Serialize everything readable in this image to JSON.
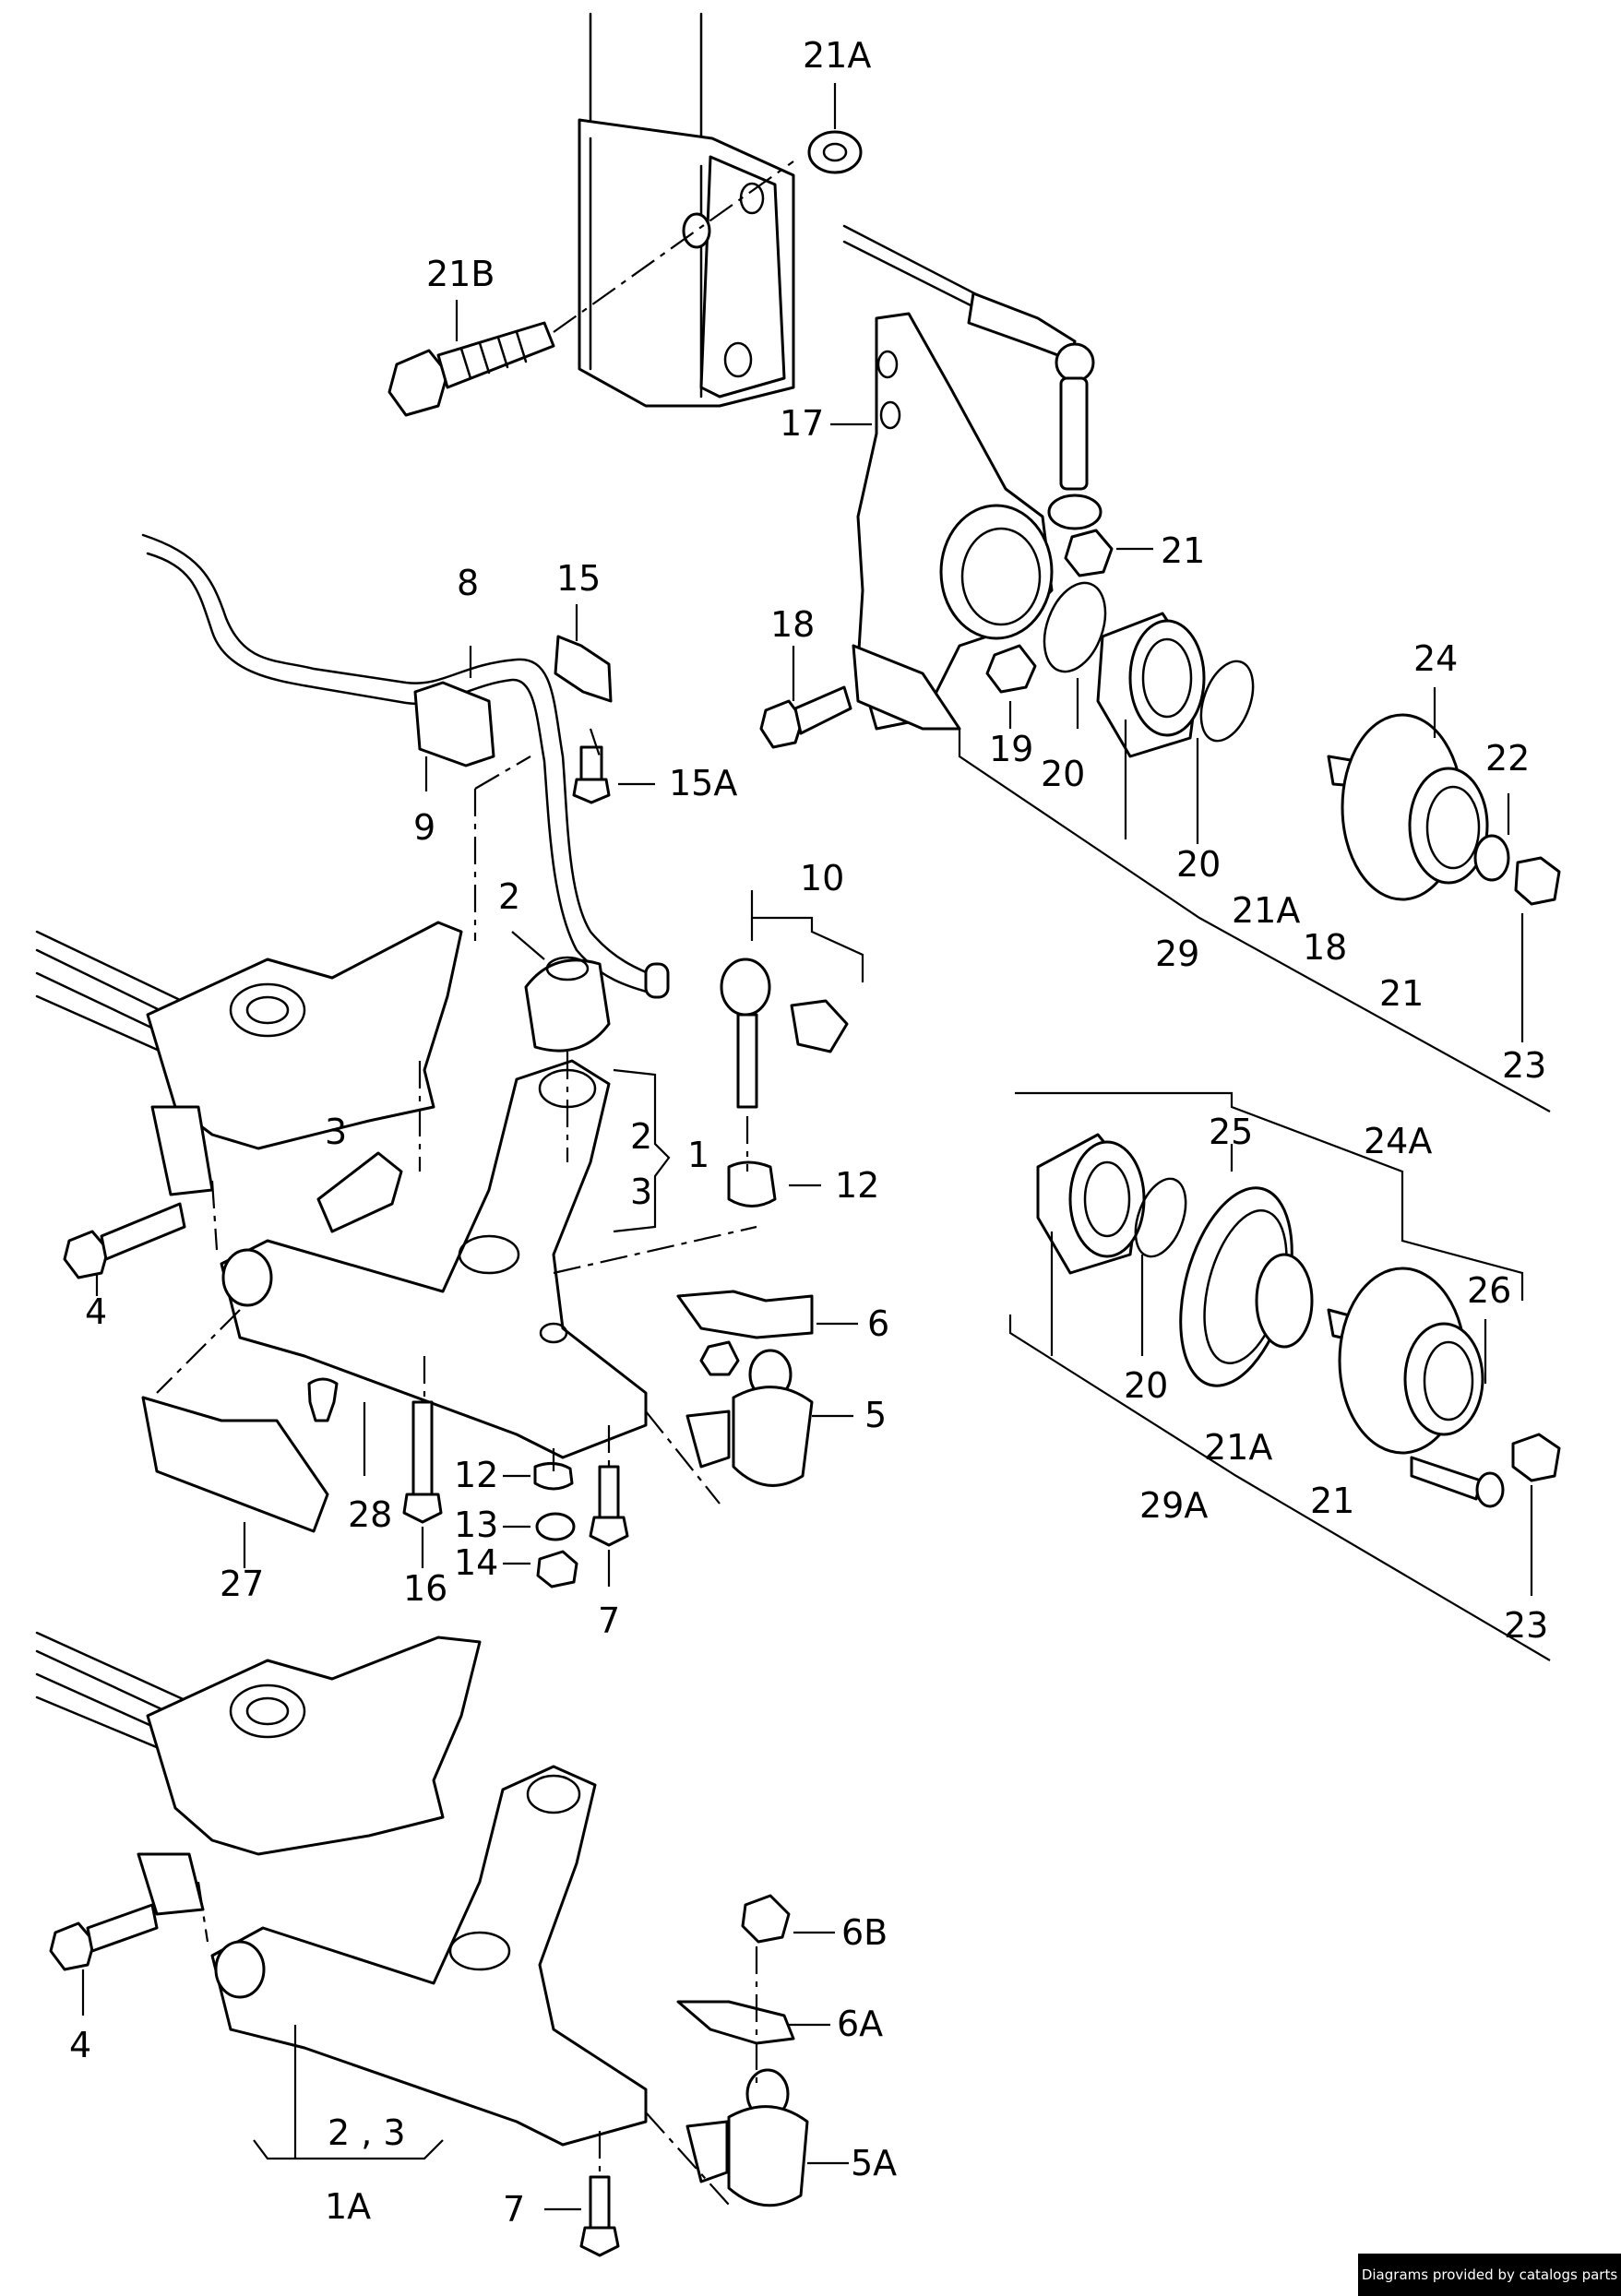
{
  "labels": {
    "l21A_top": "21A",
    "l21B": "21B",
    "l17": "17",
    "l21_knuckle": "21",
    "l18": "18",
    "l19": "19",
    "l20_a": "20",
    "l20_b": "20",
    "l24": "24",
    "l22": "22",
    "l21A_mid": "21A",
    "l18_mid": "18",
    "l29": "29",
    "l21_mid": "21",
    "l23_a": "23",
    "l8": "8",
    "l15": "15",
    "l15A": "15A",
    "l9": "9",
    "l10": "10",
    "l2_top": "2",
    "l3": "3",
    "l2_mid": "2",
    "l1": "1",
    "l3_mid": "3",
    "l12_a": "12",
    "l4_a": "4",
    "l6": "6",
    "l5": "5",
    "l12_b": "12",
    "l13": "13",
    "l14": "14",
    "l28": "28",
    "l27": "27",
    "l16": "16",
    "l7_a": "7",
    "l25": "25",
    "l24A": "24A",
    "l26": "26",
    "l20_c": "20",
    "l21A_low": "21A",
    "l29A": "29A",
    "l21_low": "21",
    "l23_b": "23",
    "l6B": "6B",
    "l6A": "6A",
    "l5A": "5A",
    "l4_b": "4",
    "l23_pair": "2 , 3",
    "l1A": "1A",
    "l7_b": "7"
  },
  "footer": {
    "credit": "Diagrams provided by catalogs parts"
  }
}
